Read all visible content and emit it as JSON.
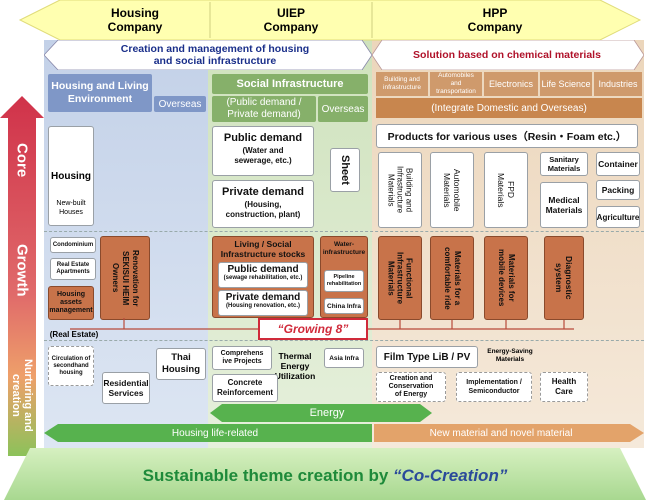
{
  "top_banner": {
    "housing": "Housing\nCompany",
    "uiep": "UIEP\nCompany",
    "hpp": "HPP\nCompany"
  },
  "header": {
    "housing_infra": "Creation and management of housing\nand social infrastructure",
    "chemical": "Solution based on chemical materials"
  },
  "categories": {
    "housing_living": "Housing and Living\nEnvironment",
    "social_infra": "Social Infrastructure",
    "overseas_1": "Overseas",
    "public_private": "(Public demand /\nPrivate demand)",
    "overseas_2": "Overseas",
    "integrate": "(Integrate Domestic and Overseas)",
    "seg_building": "Building and\ninfrastructure",
    "seg_automobile": "Automobiles\nand\ntransportation",
    "seg_electronics": "Electronics",
    "seg_life": "Life Science",
    "seg_industries": "Industries"
  },
  "stages": {
    "core": "Core",
    "growth": "Growth",
    "nurturing": "Nurturing and\ncreation"
  },
  "core": {
    "housing": "Housing",
    "new_built": "New-built\nHouses",
    "public_demand": "Public demand",
    "public_demand_sub": "(Water and\nsewerage, etc.)",
    "private_demand": "Private demand",
    "private_demand_sub": "(Housing,\nconstruction, plant)",
    "sheet": "Sheet",
    "products": "Products for various uses（Resin・Foam etc.）",
    "building_materials": "Building and\nInfrastructure\nMaterials",
    "automobile_materials": "Automobile\nMaterials",
    "fpd_materials": "FPD\nMaterials",
    "sanitary": "Sanitary\nMaterials",
    "medical": "Medical\nMaterials",
    "container": "Container",
    "packing": "Packing",
    "agriculture": "Agriculture"
  },
  "growth": {
    "condominium": "Condominium",
    "real_estate_apartments": "Real Estate\nApartments",
    "housing_assets": "Housing\nassets\nmanagement",
    "renovation": "Renovation for\nSEKISUI HEIM\nOwners",
    "real_estate": "(Real Estate)",
    "living_social": "Living / Social\nInfrastructure  stocks",
    "public_demand": "Public demand",
    "public_demand_sub": "(sewage rehabilitation, etc.)",
    "private_demand": "Private demand",
    "private_demand_sub": "(Housing renovation, etc.)",
    "water_infra": "Water-\ninfrastructure",
    "pipeline": "Pipeline\nrehabilitation",
    "china_infra": "China Infra",
    "functional_infra": "Functional\nInfrastructure\nMaterials",
    "comfortable": "Materials for a\ncomfortable ride",
    "mobile": "Materials for\nmobile devices",
    "diagnostic": "Diagnostic\nsystem",
    "growing8": "“Growing 8”"
  },
  "nurturing": {
    "circulation": "Circulation of\nsecondhand\nhousing",
    "residential": "Residential\nServices",
    "thai_housing": "Thai\nHousing",
    "comprehensive": "Comprehens\nive Projects",
    "thermal": "Thermal\nEnergy\nUtilization",
    "asia_infra": "Asia Infra",
    "concrete": "Concrete\nReinforcement",
    "film_type": "Film Type LiB / PV",
    "energy_saving": "Energy-Saving\nMaterials",
    "creation_conservation": "Creation and\nConservation\nof Energy",
    "implementation": "Implementation /\nSemiconductor",
    "health_care": "Health\nCare"
  },
  "arrows": {
    "energy": "Energy",
    "housing_life": "Housing life-related",
    "new_material": "New material and novel material"
  },
  "footer": {
    "prefix": "Sustainable theme creation by ",
    "highlight": "“Co-Creation”"
  },
  "colors": {
    "housing_col": "#c9d6ea",
    "infra_col": "#d6e6c6",
    "chem_col": "#efdcc4",
    "orange": "#c8734a",
    "green": "#2e9a3e",
    "red_stage": "#d0324a"
  }
}
